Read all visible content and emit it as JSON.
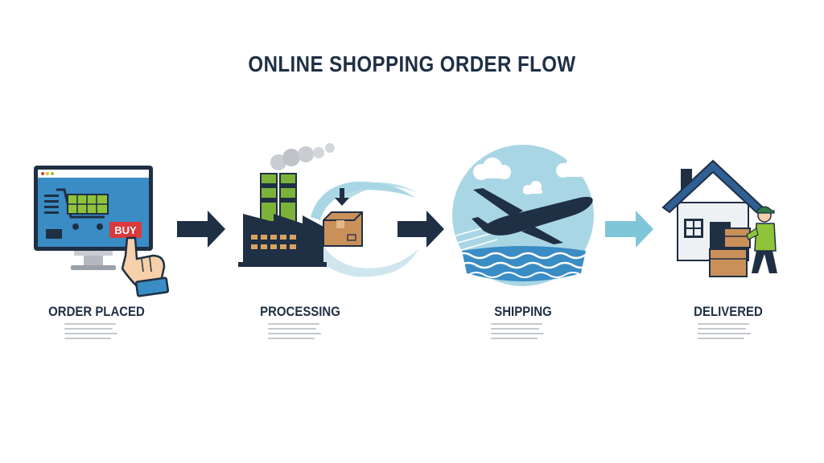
{
  "title": "ONLINE SHOPPING ORDER FLOW",
  "steps": [
    {
      "label": "ORDER PLACED",
      "icon": "computer-cart-icon",
      "button_text": "BUY"
    },
    {
      "label": "PROCESSING",
      "icon": "factory-package-icon"
    },
    {
      "label": "SHIPPING",
      "icon": "airplane-ocean-icon"
    },
    {
      "label": "DELIVERED",
      "icon": "house-courier-icon"
    }
  ],
  "colors": {
    "navy": "#1f2f44",
    "monitor_blue": "#2f7fb8",
    "cart_green": "#8fc43a",
    "buy_red": "#d93a3a",
    "factory_green": "#7bb33a",
    "box_brown": "#c9905a",
    "light_blue": "#a9d6e5",
    "arrow_light": "#7fc6d9"
  }
}
